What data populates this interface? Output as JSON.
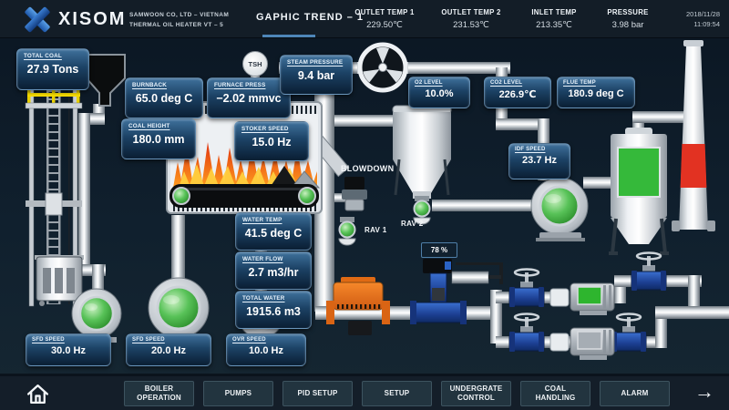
{
  "header": {
    "logo": "XISOM",
    "company_line1": "SAMWOON CO, LTD – VIETNAM",
    "company_line2": "THERMAL OIL HEATER VT – 5",
    "title": "GAPHIC TREND – 1",
    "stats": [
      {
        "label": "OUTLET TEMP 1",
        "value": "229.50℃"
      },
      {
        "label": "OUTLET TEMP 2",
        "value": "231.53℃"
      },
      {
        "label": "INLET TEMP",
        "value": "213.35℃"
      },
      {
        "label": "PRESSURE",
        "value": "3.98 bar"
      }
    ],
    "date": "2018/11/28",
    "time": "11:09:54"
  },
  "panels": {
    "total_coal": {
      "label": "TOTAL COAL",
      "value": "27.9 Tons"
    },
    "burnback": {
      "label": "BURNBACK",
      "value": "65.0 deg C"
    },
    "furnace_press": {
      "label": "FURNACE PRESS",
      "value": "−2.02 mmvc"
    },
    "coal_height": {
      "label": "COAL HEIGHT",
      "value": "180.0 mm"
    },
    "stoker_speed": {
      "label": "STOKER SPEED",
      "value": "15.0 Hz"
    },
    "steam_pressure": {
      "label": "STEAM PRESSURE",
      "value": "9.4 bar"
    },
    "o2_level": {
      "label": "O2 LEVEL",
      "value": "10.0%"
    },
    "co2_level": {
      "label": "CO2 LEVEL",
      "value": "226.9℃"
    },
    "flue_temp": {
      "label": "FLUE TEMP",
      "value": "180.9 deg C"
    },
    "idf_speed": {
      "label": "IDF SPEED",
      "value": "23.7 Hz"
    },
    "water_temp": {
      "label": "WATER TEMP",
      "value": "41.5 deg C"
    },
    "water_flow": {
      "label": "WATER FLOW",
      "value": "2.7 m3/hr"
    },
    "total_water": {
      "label": "TOTAL WATER",
      "value": "1915.6 m3"
    },
    "sfd_speed_left": {
      "label": "SFD SPEED",
      "value": "30.0 Hz"
    },
    "sfd_speed_mid": {
      "label": "SFD SPEED",
      "value": "20.0 Hz"
    },
    "ovr_speed": {
      "label": "OVR SPEED",
      "value": "10.0 Hz"
    },
    "control_valve_position": {
      "value": "78 %"
    }
  },
  "equipment_labels": {
    "tsh": "TSH",
    "blowdown": "BLOWDOWN",
    "rav1": "RAV 1",
    "rav2": "RAV 2"
  },
  "nav": {
    "buttons": [
      "BOILER OPERATION",
      "PUMPS",
      "PID SETUP",
      "SETUP",
      "UNDERGRATE CONTROL",
      "COAL HANDLING",
      "ALARM"
    ],
    "next_arrow": "→"
  },
  "colors": {
    "running_green": "#2eb52e",
    "stopped_gray": "#a6adb4",
    "alarm_red": "#e23222",
    "accent_blue": "#4e86b8",
    "safety_yellow": "#f7dc00",
    "meter_orange": "#e8731c",
    "valve_blue": "#1c3f92"
  }
}
